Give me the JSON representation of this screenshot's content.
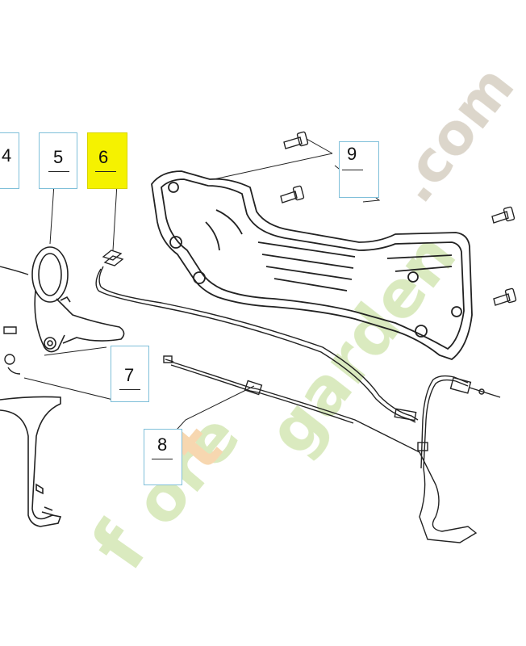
{
  "diagram": {
    "callouts": [
      {
        "id": "4",
        "label": "4",
        "highlighted": false
      },
      {
        "id": "5",
        "label": "5",
        "highlighted": false
      },
      {
        "id": "6",
        "label": "6",
        "highlighted": true
      },
      {
        "id": "7",
        "label": "7",
        "highlighted": false
      },
      {
        "id": "8",
        "label": "8",
        "highlighted": false
      },
      {
        "id": "9",
        "label": "9",
        "highlighted": false
      }
    ],
    "highlight_color": "#f5f200",
    "callout_border_color": "#7fbfd9",
    "line_color": "#222222"
  },
  "watermark": {
    "text": "foretgarden.com",
    "colors": {
      "green": "#d6e8b8",
      "orange": "#f6d3a8",
      "gray": "#d9d2c6"
    }
  }
}
